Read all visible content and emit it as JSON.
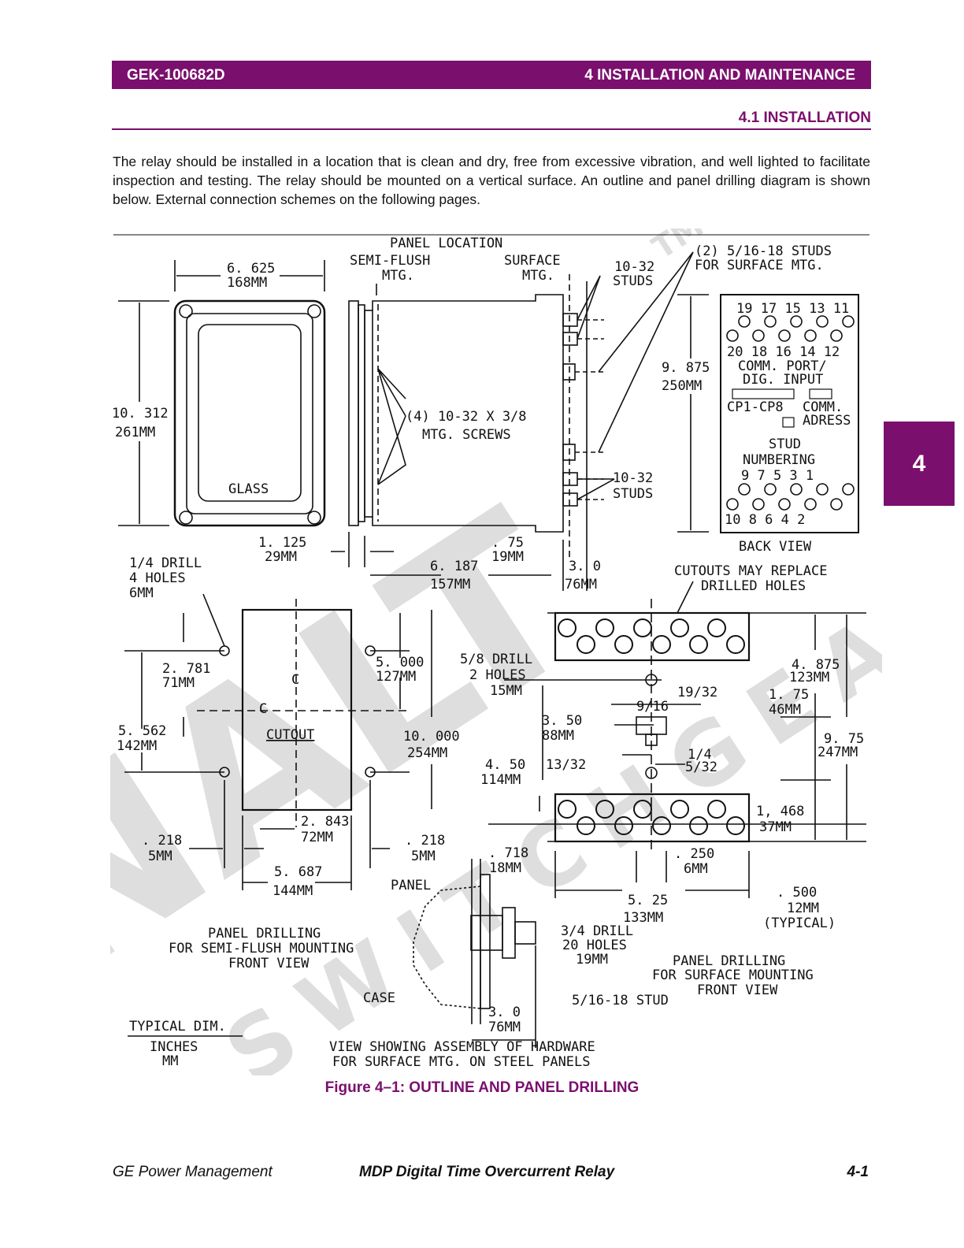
{
  "header": {
    "doc_number": "GEK-100682D",
    "chapter": "4 INSTALLATION AND MAINTENANCE",
    "section": "4.1 INSTALLATION"
  },
  "body_text": "The relay should be installed in a location that is clean and dry, free from excessive vibration, and well lighted to facilitate inspection and testing. The relay should be mounted on a vertical surface. An outline and panel drilling diagram is shown below. External connection schemes on the following pages.",
  "side_tab": "4",
  "watermark": {
    "main": "NALT",
    "sub": "SWITCHGEAR",
    "tm": "TM"
  },
  "figure": {
    "caption": "Figure 4–1: OUTLINE AND PANEL DRILLING",
    "front": {
      "width": "6. 625",
      "width_mm": "168MM",
      "height": "10. 312",
      "height_mm": "261MM",
      "glass": "GLASS"
    },
    "side": {
      "panel_location": "PANEL LOCATION",
      "semi_flush_1": "SEMI-FLUSH",
      "semi_flush_2": "MTG.",
      "surface_1": "SURFACE",
      "surface_2": "MTG.",
      "studs_top_1": "10-32",
      "studs_top_2": "STUDS",
      "studs_surface_1": "(2) 5/16-18 STUDS",
      "studs_surface_2": "FOR SURFACE MTG.",
      "height": "9. 875",
      "height_mm": "250MM",
      "screws_1": "(4) 10-32 X 3/8",
      "screws_2": "MTG. SCREWS",
      "studs_bot_1": "10-32",
      "studs_bot_2": "STUDS",
      "d1": "1. 125",
      "d1_mm": "29MM",
      "d2": ". 75",
      "d2_mm": "19MM",
      "d3": "6. 187",
      "d3_mm": "157MM",
      "d4": "3. 0",
      "d4_mm": "76MM"
    },
    "back": {
      "row1": "19 17 15 13 11",
      "row2": "20 18 16 14 12",
      "comm_1": "COMM. PORT/",
      "comm_2": "DIG. INPUT",
      "cp": "CP1-CP8",
      "comm_3": "COMM.",
      "adress": "ADRESS",
      "stud_1": "STUD",
      "stud_2": "NUMBERING",
      "row3": "9  7  5  3  1",
      "row4": "10  8  6  4  2",
      "title": "BACK VIEW"
    },
    "semi_flush": {
      "drill_1": "1/4 DRILL",
      "drill_2": "4 HOLES",
      "drill_3": "6MM",
      "d1": "2. 781",
      "d1_mm": "71MM",
      "d2": "5. 000",
      "d2_mm": "127MM",
      "d3": "5. 562",
      "d3_mm": "142MM",
      "cutout": "CUTOUT",
      "d4": "10. 000",
      "d4_mm": "254MM",
      "d5": "2. 843",
      "d5_mm": "72MM",
      "d6": ". 218",
      "d6_mm": "5MM",
      "d7": ". 218",
      "d7_mm": "5MM",
      "d8": "5. 687",
      "d8_mm": "144MM",
      "title_1": "PANEL DRILLING",
      "title_2": "FOR SEMI-FLUSH MOUNTING",
      "title_3": "FRONT VIEW",
      "cl": "C"
    },
    "surface": {
      "cutouts_1": "CUTOUTS MAY REPLACE",
      "cutouts_2": "DRILLED HOLES",
      "drill58_1": "5/8 DRILL",
      "drill58_2": "2 HOLES",
      "drill58_3": "15MM",
      "d4875": "4. 875",
      "d4875_mm": "123MM",
      "f1932": "19/32",
      "f916": "9/16",
      "d175": "1. 75",
      "d175_mm": "46MM",
      "d350": "3. 50",
      "d350_mm": "88MM",
      "d975": "9. 75",
      "d975_mm": "247MM",
      "d450": "4. 50",
      "d450_mm": "114MM",
      "f1332": "13/32",
      "f14": "1/4",
      "f532": "5/32",
      "d1468": "1, 468",
      "d1468_mm": "37MM",
      "d718": ". 718",
      "d718_mm": "18MM",
      "d250": ". 250",
      "d250_mm": "6MM",
      "d525": "5. 25",
      "d525_mm": "133MM",
      "d500": ". 500",
      "d500_mm": "12MM",
      "typical": "(TYPICAL)",
      "drill34_1": "3/4 DRILL",
      "drill34_2": "20 HOLES",
      "drill34_3": "19MM",
      "title_1": "PANEL DRILLING",
      "title_2": "FOR SURFACE MOUNTING",
      "title_3": "FRONT VIEW"
    },
    "hardware": {
      "panel": "PANEL",
      "case": "CASE",
      "stud": "5/16-18 STUD",
      "d": "3. 0",
      "d_mm": "76MM",
      "title_1": "VIEW SHOWING ASSEMBLY OF HARDWARE",
      "title_2": "FOR SURFACE MTG. ON STEEL PANELS"
    },
    "legend": {
      "title": "TYPICAL DIM.",
      "l1": "INCHES",
      "l2": "MM"
    }
  },
  "footer": {
    "company": "GE Power Management",
    "product": "MDP Digital Time Overcurrent Relay",
    "page": "4-1"
  }
}
